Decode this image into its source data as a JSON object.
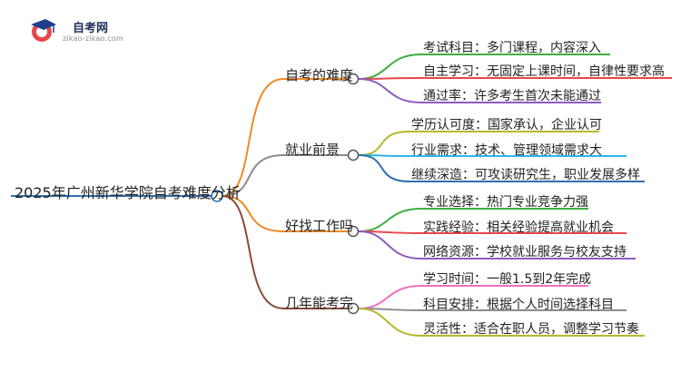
{
  "logo": {
    "title": "自考网",
    "url": "zikao-zikao.com"
  },
  "root": {
    "label": "2025年广州新华学院自考难度分析",
    "color": "#2f6fae"
  },
  "branches": [
    {
      "label": "自考的难度",
      "color": "#f08a24",
      "children": [
        {
          "label": "考试科目：多门课程，内容深入",
          "color": "#3fae3f"
        },
        {
          "label": "自主学习：无固定上课时间，自律性要求高",
          "color": "#e8464a"
        },
        {
          "label": "通过率：许多考生首次未能通过",
          "color": "#8e5bbf"
        }
      ]
    },
    {
      "label": "就业前景",
      "color": "#8c8c8c",
      "children": [
        {
          "label": "学历认可度：国家承认，企业认可",
          "color": "#b7b72e"
        },
        {
          "label": "行业需求：技术、管理领域需求大",
          "color": "#2cb6e8"
        },
        {
          "label": "继续深造：可攻读研究生，职业发展多样",
          "color": "#2f6fae"
        }
      ]
    },
    {
      "label": "好找工作吗",
      "color": "#f08a24",
      "children": [
        {
          "label": "专业选择：热门专业竞争力强",
          "color": "#3fae3f"
        },
        {
          "label": "实践经验：相关经验提高就业机会",
          "color": "#e8464a"
        },
        {
          "label": "网络资源：学校就业服务与校友支持",
          "color": "#8e5bbf"
        }
      ]
    },
    {
      "label": "几年能考完",
      "color": "#8b4a3a",
      "children": [
        {
          "label": "学习时间：一般1.5到2年完成",
          "color": "#ef6fc0"
        },
        {
          "label": "科目安排：根据个人时间选择科目",
          "color": "#8c8c8c"
        },
        {
          "label": "灵活性：适合在职人员，调整学习节奏",
          "color": "#b7b72e"
        }
      ]
    }
  ]
}
